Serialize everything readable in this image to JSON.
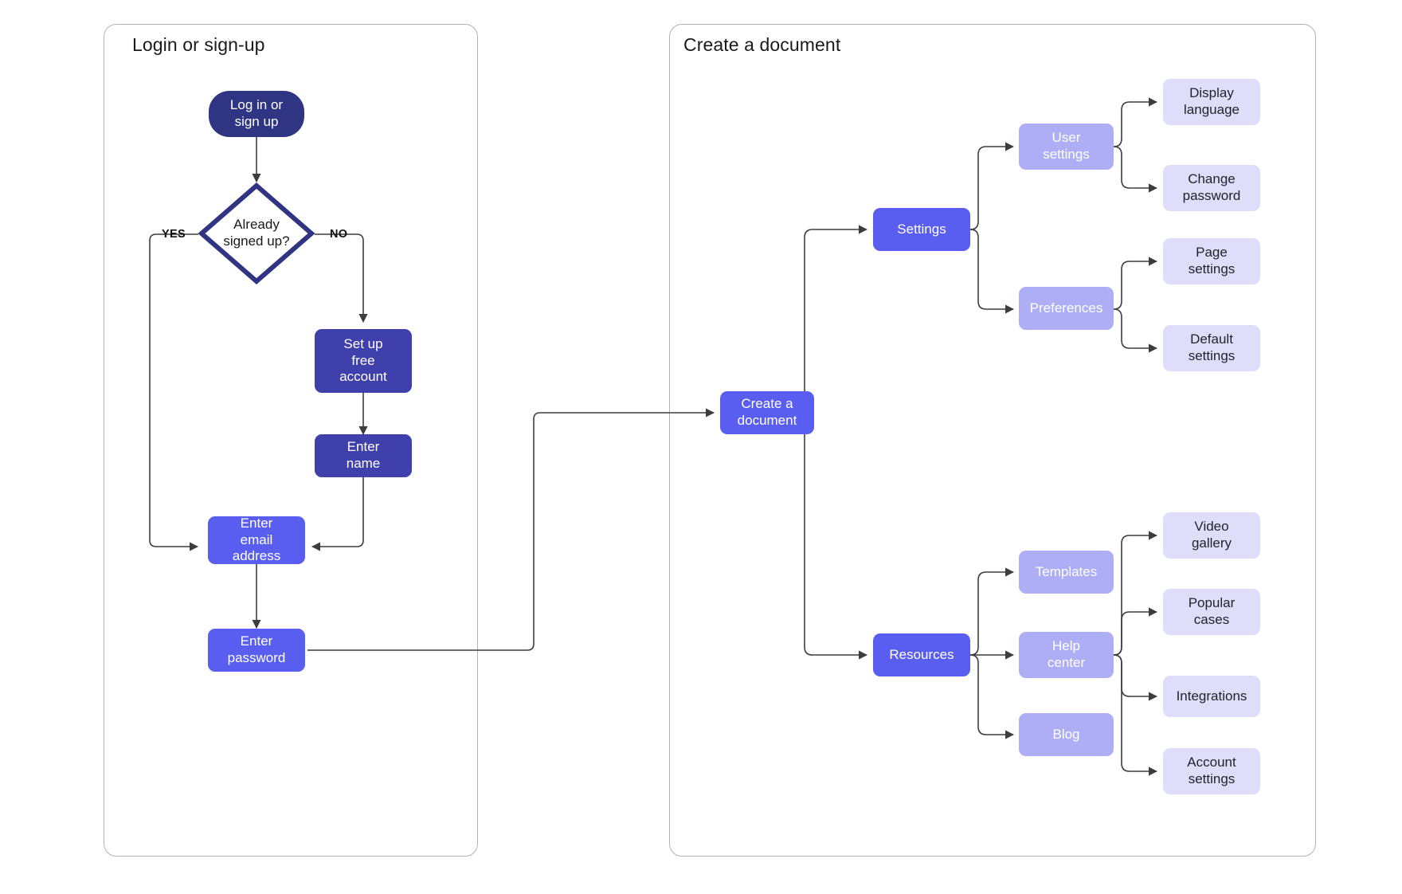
{
  "diagram": {
    "title_left": "Login or sign-up",
    "title_right": "Create a document"
  },
  "left_flow": {
    "start": "Log in or\nsign up",
    "decision": "Already\nsigned up?",
    "label_yes": "YES",
    "label_no": "NO",
    "setup_account": "Set up\nfree\naccount",
    "enter_name": "Enter\nname",
    "enter_email": "Enter\nemail\naddress",
    "enter_password": "Enter\npassword"
  },
  "right_flow": {
    "root": "Create a\ndocument",
    "settings": "Settings",
    "user_settings": "User\nsettings",
    "preferences": "Preferences",
    "display_language": "Display\nlanguage",
    "change_password": "Change\npassword",
    "page_settings": "Page\nsettings",
    "default_settings": "Default\nsettings",
    "resources": "Resources",
    "templates": "Templates",
    "help_center": "Help\ncenter",
    "blog": "Blog",
    "video_gallery": "Video\ngallery",
    "popular_cases": "Popular\ncases",
    "integrations": "Integrations",
    "account_settings": "Account\nsettings"
  },
  "colors": {
    "terminator": "#2f3583",
    "dark_node": "#3f40ab",
    "mid_node": "#5a5ef0",
    "light_node": "#aeaef7",
    "pale_node": "#dedefa",
    "decision_stroke": "#2f3583",
    "connector": "#3d3d3d",
    "container_border": "#b3b3b3",
    "background": "#ffffff"
  }
}
